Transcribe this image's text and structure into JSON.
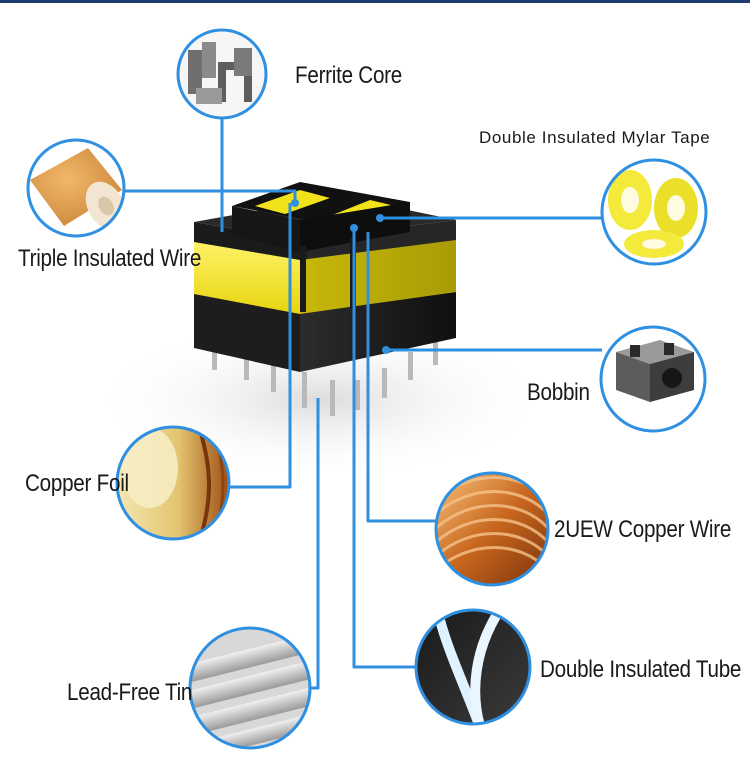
{
  "components": {
    "ferrite_core": "Ferrite Core",
    "mylar_tape": "Double Insulated Mylar Tape",
    "triple_wire": "Triple Insulated Wire",
    "bobbin": "Bobbin",
    "copper_foil": "Copper Foil",
    "copper_wire": "2UEW Copper Wire",
    "lead_free_tin": "Lead-Free Tin",
    "insulated_tube": "Double Insulated Tube"
  },
  "colors": {
    "connector": "#2f8fe0",
    "circle_border": "#2f8fe0",
    "transformer_yellow": "#f2e21a",
    "transformer_black": "#1b1b1b",
    "accent_bar": "#1f3c6e"
  }
}
